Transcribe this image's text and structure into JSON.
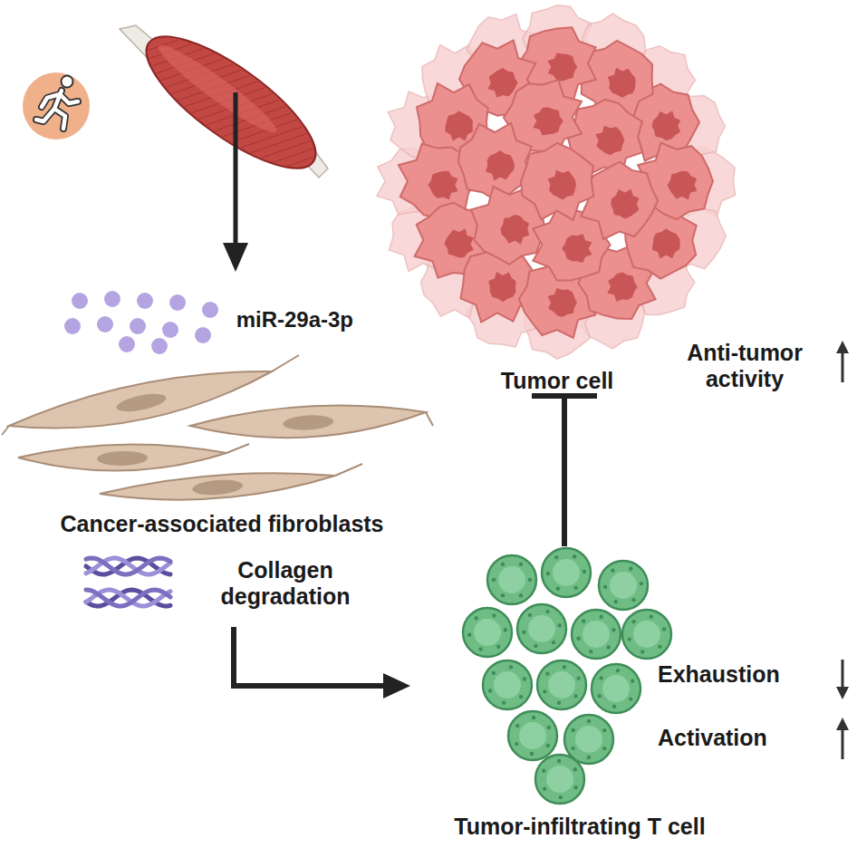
{
  "diagram": {
    "nodes": [
      {
        "text": [
          "miR-29a-3p"
        ]
      },
      {
        "text": [
          "Cancer-associated fibroblasts"
        ]
      },
      {
        "text": [
          "Collagen degradation"
        ]
      },
      {
        "text": [
          "Tumor-infiltrating T cell"
        ]
      },
      {
        "text": [
          "Tumor cell"
        ]
      }
    ],
    "edges": [
      {
        "from": 2,
        "to": 3,
        "arrow": "to"
      },
      {
        "from": 3,
        "to": 4,
        "arrow": "to"
      }
    ],
    "labels": [
      "Exhaustion",
      "Activation",
      "Anti-tumor activity"
    ]
  }
}
